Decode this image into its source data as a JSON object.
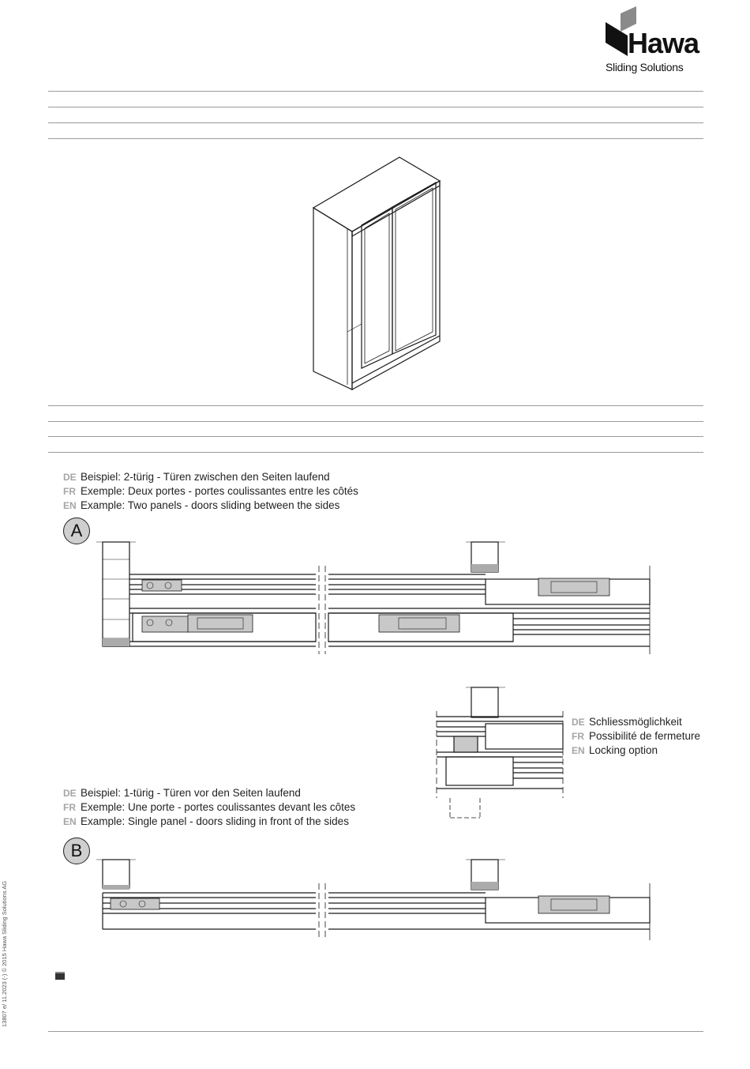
{
  "brand": {
    "name": "Hawa",
    "tagline": "Sliding Solutions",
    "logo_icon": "hawa-logo-icon"
  },
  "section_a": {
    "badge": "A",
    "captions": [
      {
        "lang": "DE",
        "text": "Beispiel: 2-türig - Türen zwischen den Seiten laufend"
      },
      {
        "lang": "FR",
        "text": "Exemple: Deux portes - portes coulissantes entre les côtés"
      },
      {
        "lang": "EN",
        "text": "Example: Two panels - doors sliding between the sides"
      }
    ]
  },
  "locking": {
    "captions": [
      {
        "lang": "DE",
        "text": "Schliessmöglichkeit"
      },
      {
        "lang": "FR",
        "text": "Possibilité de fermeture"
      },
      {
        "lang": "EN",
        "text": "Locking option"
      }
    ]
  },
  "section_b": {
    "badge": "B",
    "captions": [
      {
        "lang": "DE",
        "text": "Beispiel: 1-türig - Türen vor den Seiten laufend"
      },
      {
        "lang": "FR",
        "text": "Exemple: Une porte - portes coulissantes devant les côtes"
      },
      {
        "lang": "EN",
        "text": "Example: Single panel - doors sliding in front of the sides"
      }
    ]
  },
  "footer": {
    "side_note": "13807 e/ 11.2023 (-) © 2015 Hawa Sliding Solutions AG"
  },
  "colors": {
    "line": "#1a1a1a",
    "rule": "#9a9a9a",
    "fitting_fill": "#c8c8c8",
    "lang_label": "#a5a5a5"
  }
}
